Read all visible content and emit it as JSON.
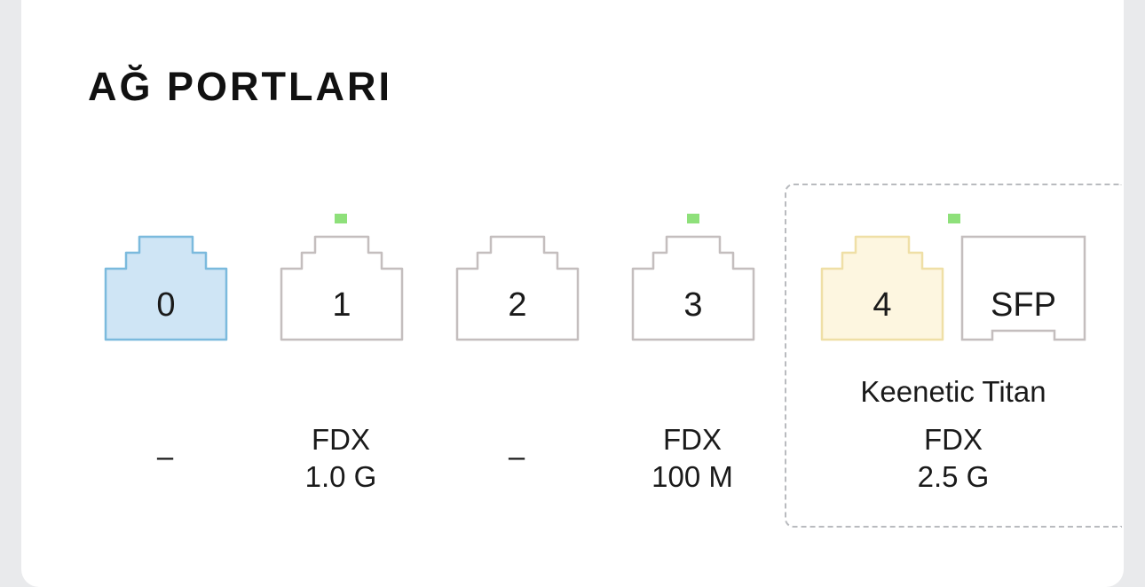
{
  "page": {
    "title": "AĞ PORTLARI"
  },
  "colors": {
    "card_bg": "#ffffff",
    "page_bg": "#e9eaec",
    "led_active": "#8ee07a",
    "port_selected_fill": "#cfe5f5",
    "port_selected_stroke": "#7bbadd",
    "port_highlight_fill": "#fdf6e0",
    "port_highlight_stroke": "#efdfa6",
    "port_default_stroke": "#c4bebe"
  },
  "ports": [
    {
      "label": "0",
      "state": "selected",
      "led": false,
      "duplex": "",
      "speed": "",
      "status": "–"
    },
    {
      "label": "1",
      "state": "default",
      "led": true,
      "duplex": "FDX",
      "speed": "1.0 G",
      "status": ""
    },
    {
      "label": "2",
      "state": "default",
      "led": false,
      "duplex": "",
      "speed": "",
      "status": "–"
    },
    {
      "label": "3",
      "state": "default",
      "led": true,
      "duplex": "FDX",
      "speed": "100 M",
      "status": ""
    },
    {
      "label": "4",
      "state": "highlight",
      "led": true,
      "duplex": "FDX",
      "speed": "2.5 G",
      "status": ""
    }
  ],
  "sfp": {
    "label": "SFP"
  },
  "group": {
    "label": "Keenetic Titan"
  }
}
